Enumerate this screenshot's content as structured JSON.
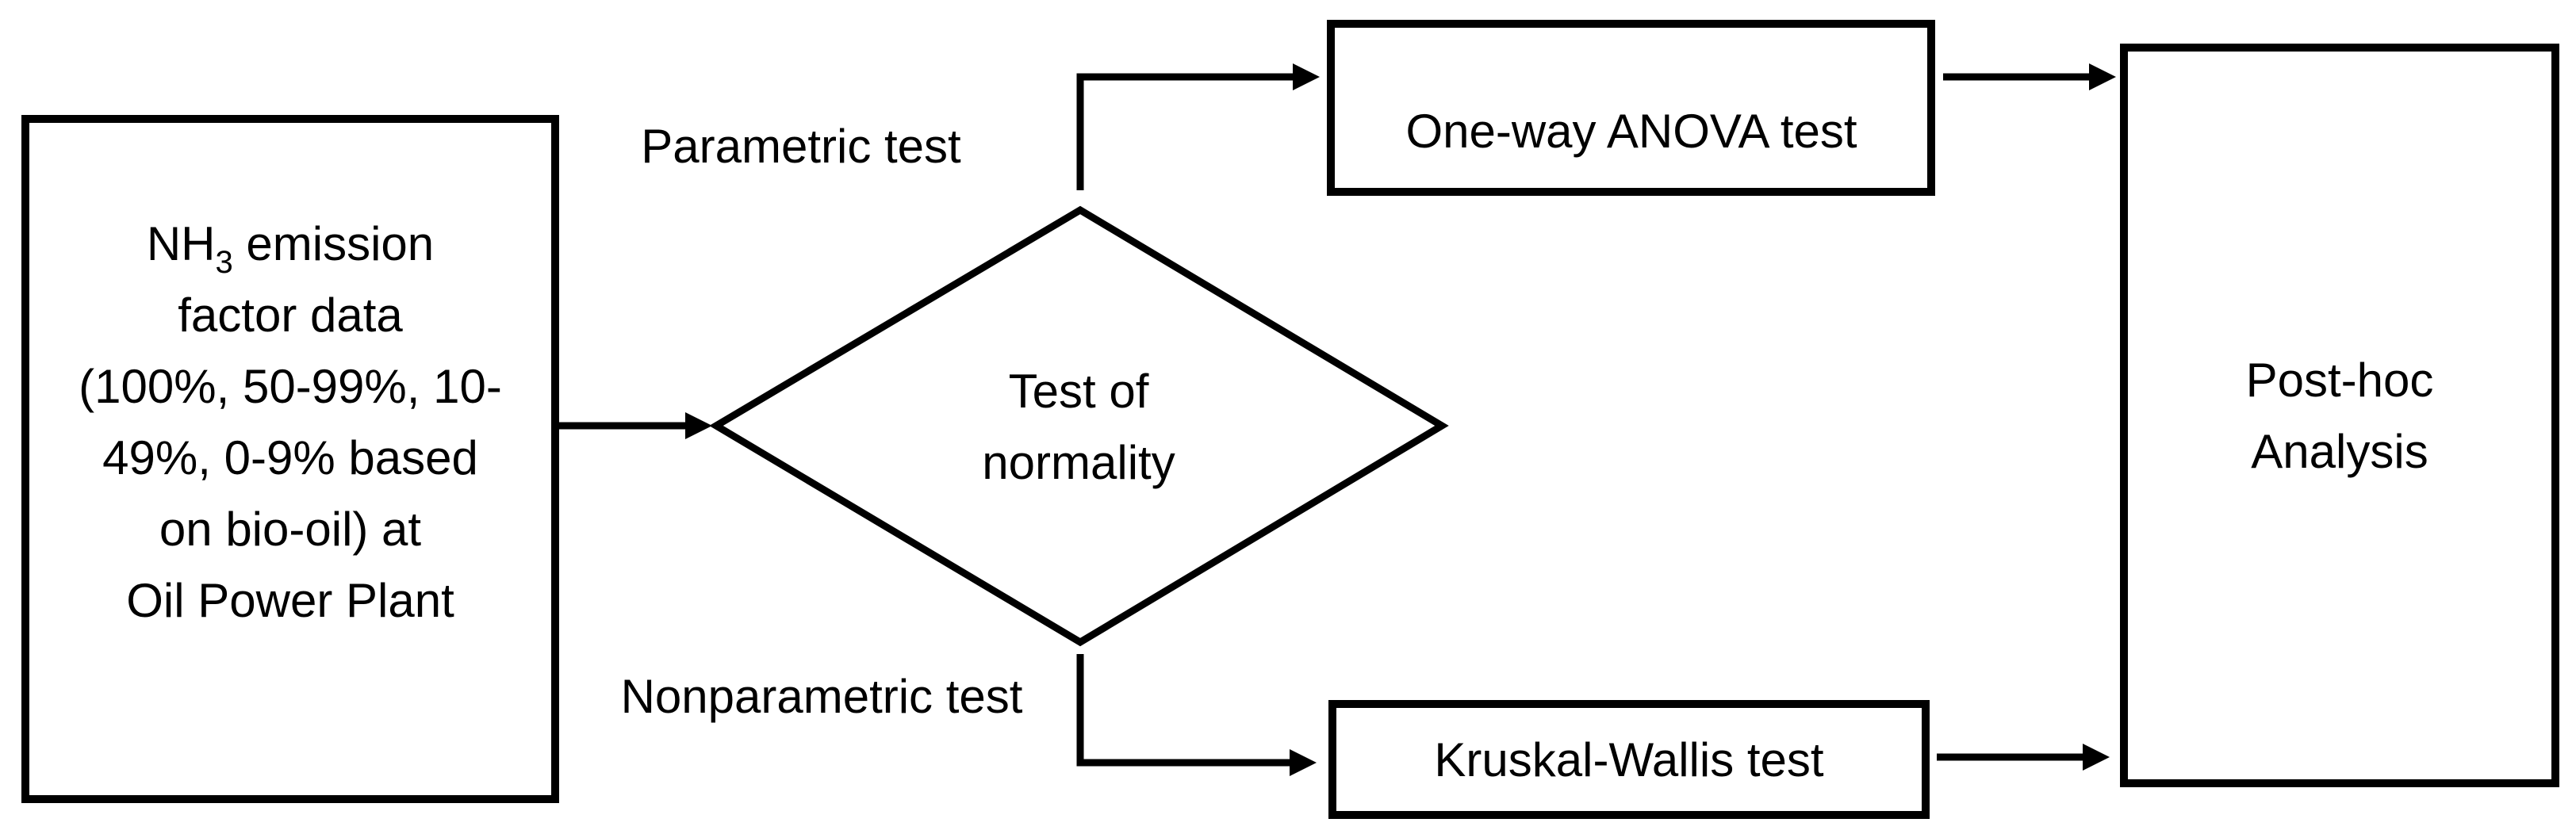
{
  "colors": {
    "background": "#ffffff",
    "line": "#000000",
    "text": "#000000"
  },
  "source_box": {
    "line1_main": "NH",
    "line1_sub": "3",
    "line1_rest": " emission",
    "line2": "factor data",
    "line3": "(100%, 50-99%, 10-",
    "line4": "49%, 0-9% based",
    "line5": "on bio-oil) at",
    "line6": "Oil Power Plant"
  },
  "decision_diamond": {
    "line1": "Test of",
    "line2": "normality"
  },
  "branch_labels": {
    "parametric": "Parametric test",
    "nonparametric": "Nonparametric test"
  },
  "anova_box": {
    "label": "One-way ANOVA test"
  },
  "kruskal_box": {
    "label": "Kruskal-Wallis test"
  },
  "posthoc_box": {
    "line1": "Post-hoc",
    "line2": "Analysis"
  }
}
